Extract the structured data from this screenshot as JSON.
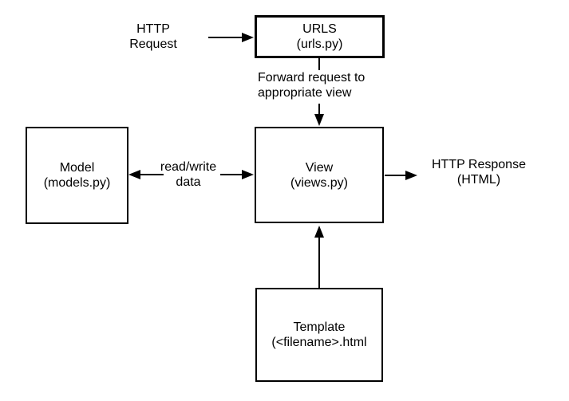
{
  "diagram": {
    "colors": {
      "line": "#000000",
      "background": "#ffffff",
      "box_fill": "#ffffff"
    },
    "boxes": {
      "urls": {
        "title": "URLS",
        "subtitle": "(urls.py)"
      },
      "model": {
        "title": "Model",
        "subtitle": "(models.py)"
      },
      "view": {
        "title": "View",
        "subtitle": "(views.py)"
      },
      "template": {
        "title": "Template",
        "subtitle": "(<filename>.html"
      }
    },
    "labels": {
      "http_request": {
        "line1": "HTTP",
        "line2": "Request"
      },
      "forward": {
        "line1": "Forward request to",
        "line2": "appropriate view"
      },
      "read_write": {
        "line1": "read/write",
        "line2": "data"
      },
      "http_response": {
        "line1": "HTTP Response",
        "line2": "(HTML)"
      }
    },
    "connections": [
      {
        "from": "HTTP Request",
        "to": "URLS",
        "direction": "right"
      },
      {
        "from": "URLS",
        "to": "View",
        "direction": "down",
        "label": "Forward request to appropriate view"
      },
      {
        "from": "View",
        "to": "Model",
        "direction": "left",
        "label": "read/write data"
      },
      {
        "from": "Model",
        "to": "View",
        "direction": "right",
        "label": "read/write data"
      },
      {
        "from": "View",
        "to": "HTTP Response",
        "direction": "right"
      },
      {
        "from": "Template",
        "to": "View",
        "direction": "up"
      }
    ]
  }
}
